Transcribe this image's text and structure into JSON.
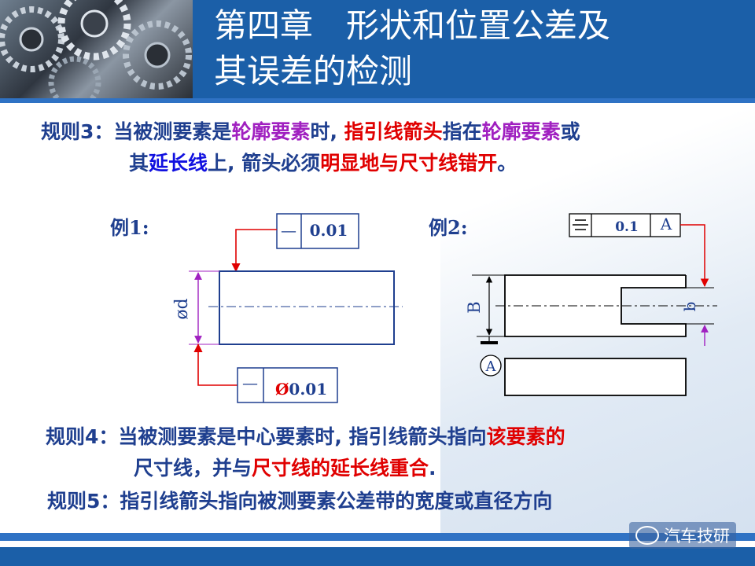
{
  "title": {
    "line1": "第四章　形状和位置公差及",
    "line2": "其误差的检测"
  },
  "rule3": {
    "label": "规则3：",
    "seg1": "当被测要素是",
    "seg2": "轮廓要素",
    "seg3": "时, ",
    "seg4": "指引线箭头",
    "seg5": "指在",
    "seg6": "轮廓要素",
    "seg7": "或",
    "seg8": "其",
    "seg9": "延长线",
    "seg10": "上, 箭头必须",
    "seg11": "明显地与尺寸线错开",
    "seg12": "。"
  },
  "example1": {
    "label": "例1:",
    "frame_top_symbol": "—",
    "frame_top_value": "0.01",
    "frame_bottom_symbol": "—",
    "frame_bottom_diameter": "Ø",
    "frame_bottom_value": "0.01",
    "dim_label": "ød"
  },
  "example2": {
    "label": "例2:",
    "frame_symbol": "symmetry",
    "frame_value": "0.1",
    "frame_datum": "A",
    "dim_B": "B",
    "dim_b": "b",
    "datum_circle": "A"
  },
  "rule4": {
    "label": "规则4：",
    "seg1": "当被测要素是中心要素时, 指引线箭头指向",
    "seg2": "该要素的",
    "seg3": "尺寸线，并与",
    "seg4": "尺寸线的延长线重合",
    "seg5": "."
  },
  "rule5": {
    "label": "规则5：",
    "text": "指引线箭头指向被测要素公差带的宽度或直径方向"
  },
  "watermark": {
    "text": "汽车技研"
  },
  "colors": {
    "header": "#1b5fa8",
    "rule_text": "#1f3f8f",
    "purple": "#a020c0",
    "red": "#e00000",
    "blue": "#1010e0"
  }
}
